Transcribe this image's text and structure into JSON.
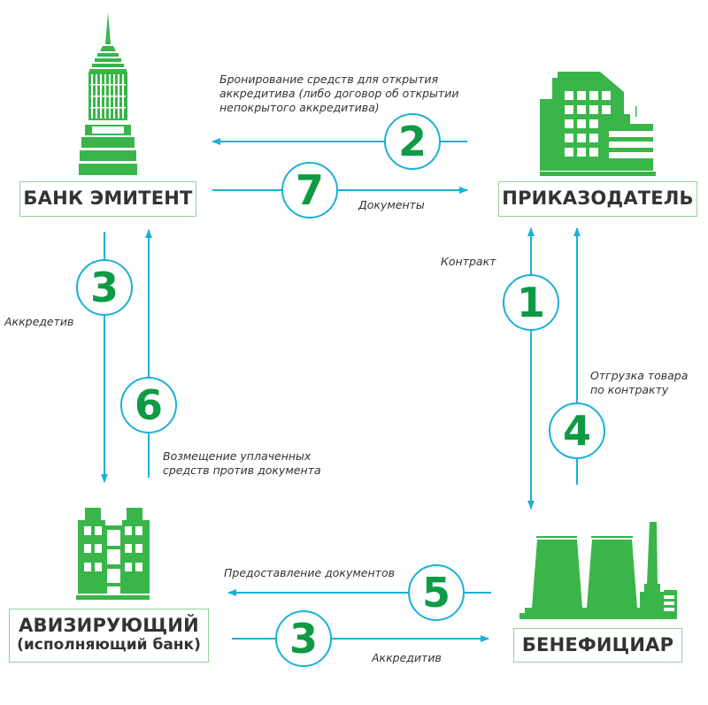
{
  "colors": {
    "icon": "#39b54a",
    "arrow": "#1ab0d8",
    "number": "#0f9a44",
    "text": "#333333"
  },
  "nodes": {
    "issuing_bank": "БАНК ЭМИТЕНТ",
    "applicant": "ПРИКАЗОДАТЕЛЬ",
    "advising_bank": "АВИЗИРУЮЩИЙ",
    "advising_bank_sub": "(исполняющий банк)",
    "beneficiary": "БЕНЕФИЦИАР"
  },
  "steps": {
    "s1": "1",
    "s2": "2",
    "s3a": "3",
    "s3b": "3",
    "s4": "4",
    "s5": "5",
    "s6": "6",
    "s7": "7"
  },
  "notes": {
    "reservation": [
      "Бронирование средств для открытия",
      "аккредитива (либо договор об открытии",
      "непокрытого аккредитива)"
    ],
    "documents": "Документы",
    "contract": "Контракт",
    "letter_left": "Аккредетив",
    "reimbursement": [
      "Возмещение уплаченных",
      "средств против документа"
    ],
    "shipment": [
      "Отгрузка товара",
      "по контракту"
    ],
    "presentation": "Предоставление документов",
    "letter_bottom": "Аккредитив"
  }
}
